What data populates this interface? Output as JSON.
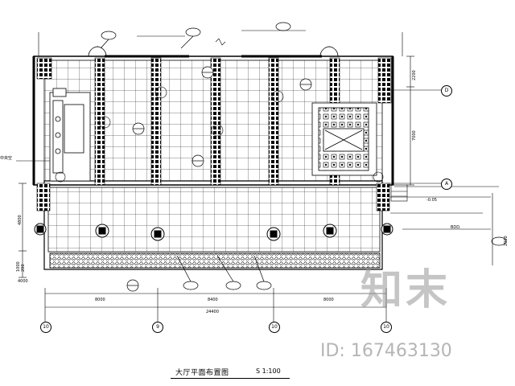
{
  "drawing": {
    "title": "大厅平面布置图",
    "scale": "S 1:100"
  },
  "dimensions": {
    "bottom": [
      "8000",
      "8400",
      "8000"
    ],
    "total": "24400",
    "right_upper": "2200",
    "right_mid": "7000",
    "left_mid": "4800",
    "right_lower": "2000",
    "left_lower": [
      "1000",
      "200"
    ]
  },
  "grid_axes": {
    "bottom": [
      "10",
      "9",
      "10",
      "10"
    ],
    "right": [
      "D",
      "A"
    ]
  },
  "annotations": {
    "level_right": "-0.05",
    "floor_note": "BDD.",
    "left_note": "中央空",
    "left_bottom": "4000"
  },
  "watermark": {
    "logo": "知末",
    "id": "ID: 167463130"
  }
}
